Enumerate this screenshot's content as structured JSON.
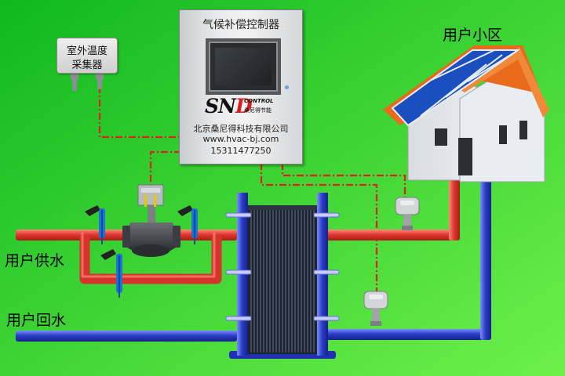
{
  "labels": {
    "user_area": "用户小区",
    "supply_water": "用户供水",
    "return_water": "用户回水"
  },
  "controller": {
    "title": "气候补偿控制器",
    "logo": "SND",
    "logo_tag": "CONTROL",
    "logo_cn": "桑尼得节能",
    "company": "北京桑尼得科技有限公司",
    "website": "www.hvac-bj.com",
    "phone": "15311477250"
  },
  "outdoor_sensor": {
    "line1": "室外温度",
    "line2": "采集器"
  },
  "colors": {
    "background_top": "#0fb81f",
    "background_bottom": "#6ef04a",
    "supply_pipe": "#e03a2f",
    "return_pipe": "#2b3fc6",
    "signal_wire": "#e01f1f",
    "roof": "#e86a1a",
    "solar_panel": "#1b4fc0"
  },
  "icons": [
    "house-icon",
    "solar-panel-icon",
    "electric-valve-icon",
    "temperature-sensor-icon",
    "plate-heat-exchanger-icon",
    "thermometer-icon"
  ]
}
